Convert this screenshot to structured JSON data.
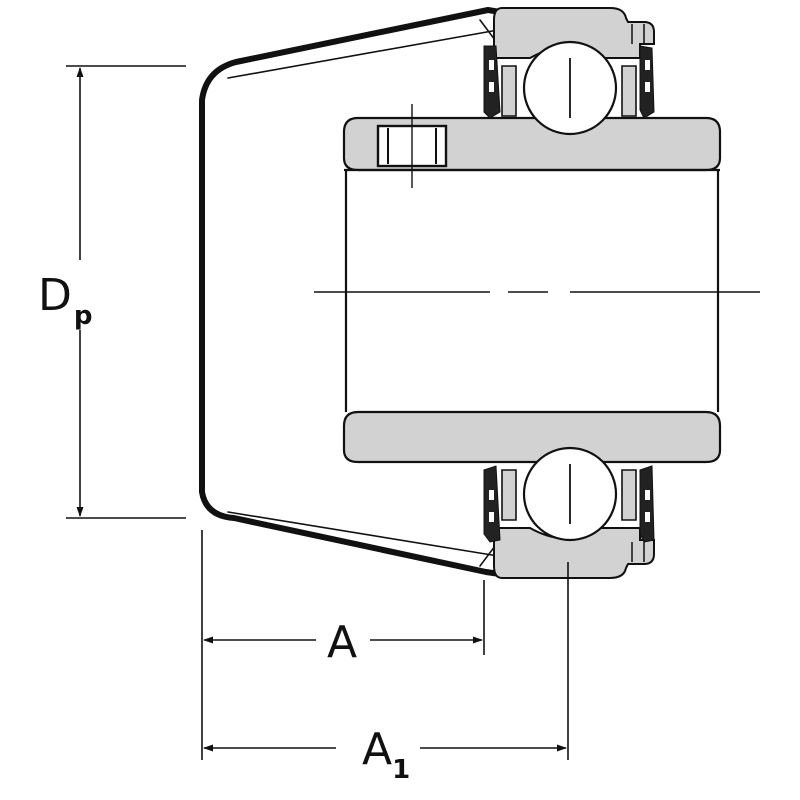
{
  "labels": {
    "dp_main": "D",
    "dp_sub": "p",
    "a": "A",
    "a1_main": "A",
    "a1_sub": "1"
  },
  "colors": {
    "line": "#111111",
    "part_fill": "#d2d2d2",
    "background": "#ffffff"
  }
}
